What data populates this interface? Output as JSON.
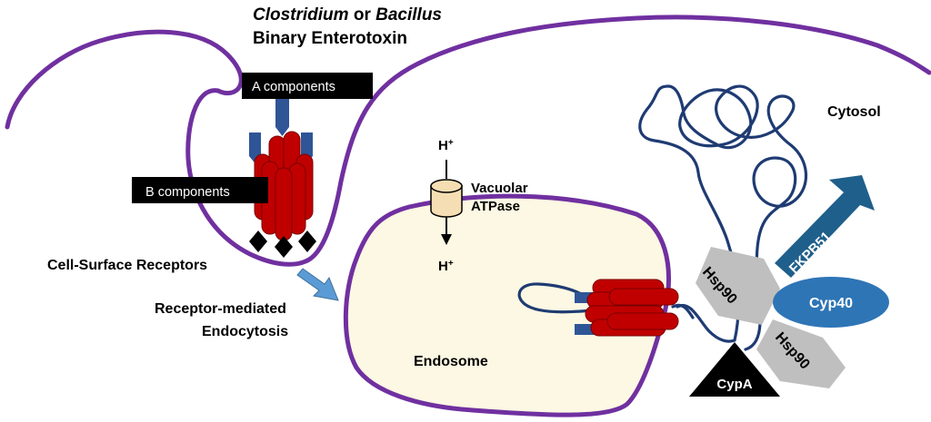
{
  "title": {
    "genus_a": "Clostridium",
    "connector": " or ",
    "genus_b": "Bacillus",
    "line2": "Binary Enterotoxin"
  },
  "labels": {
    "a_components": "A components",
    "b_components": "B components",
    "cell_surface_receptors": "Cell-Surface Receptors",
    "receptor_mediated_1": "Receptor-mediated",
    "receptor_mediated_2": "Endocytosis",
    "vacuolar_1": "Vacuolar",
    "vacuolar_2": "ATPase",
    "proton_top": "H",
    "proton_bottom": "H",
    "proton_charge": "+",
    "endosome": "Endosome",
    "cytosol": "Cytosol",
    "hsp90_upper": "Hsp90",
    "hsp90_lower": "Hsp90",
    "fkpb51": "FKPB51",
    "cyp40": "Cyp40",
    "cypa": "CypA"
  },
  "colors": {
    "membrane": "#7030a0",
    "toxin_red": "#c00000",
    "toxin_blue": "#2f5597",
    "unfolded_chain": "#1f3b73",
    "endosome_fill": "#fcf8e3",
    "atpase_fill": "#f5deb3",
    "hsp90_fill": "#bfbfbf",
    "fkpb51_fill": "#1f5f8b",
    "cyp40_fill": "#2e75b6",
    "arrow_fill": "#5b9bd5"
  }
}
